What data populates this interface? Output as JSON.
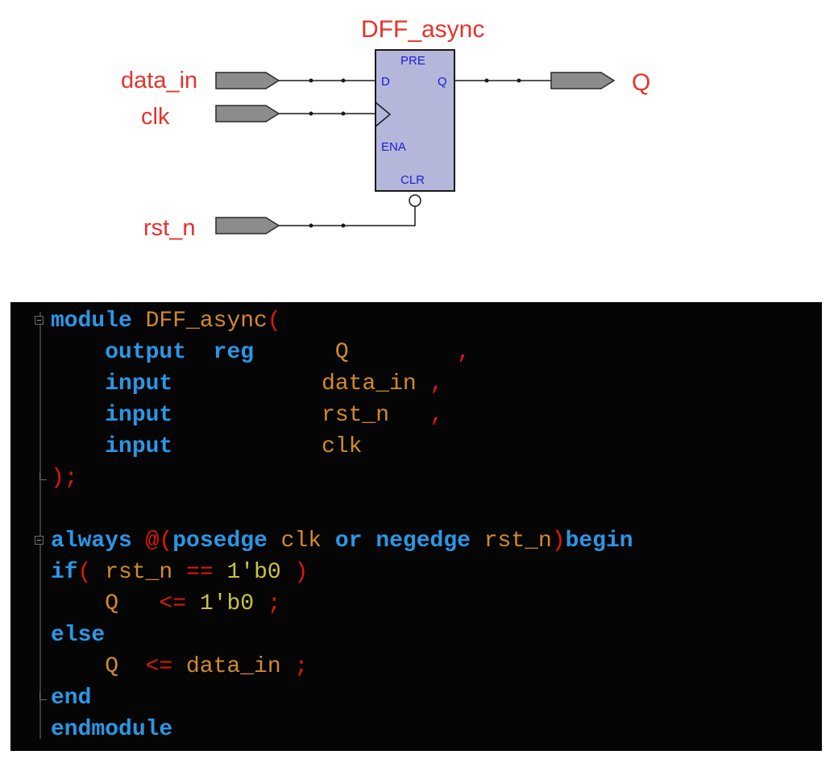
{
  "diagram": {
    "module_title": "DFF_async",
    "signals": {
      "data_in": "data_in",
      "clk": "clk",
      "rst_n": "rst_n",
      "q": "Q"
    },
    "pins": {
      "pre": "PRE",
      "d": "D",
      "q": "Q",
      "ena": "ENA",
      "clr": "CLR"
    },
    "colors": {
      "label": "#e8312b",
      "block_fill": "#b4b7da",
      "pin_text": "#1b1bd6",
      "port_fill": "#8c8c8c"
    }
  },
  "code": {
    "colors": {
      "background": "#050505",
      "keyword": "#2b97e6",
      "identifier": "#d28a2c",
      "punctuation": "#e3170d",
      "number": "#c9c341"
    },
    "lines": [
      [
        {
          "t": "module",
          "c": "kw"
        },
        {
          "t": " DFF_async",
          "c": "id"
        },
        {
          "t": "(",
          "c": "pn"
        }
      ],
      [
        {
          "t": "    output",
          "c": "kw"
        },
        {
          "t": "  reg",
          "c": "kw"
        },
        {
          "t": "      Q",
          "c": "id"
        },
        {
          "t": "        ,",
          "c": "pn"
        }
      ],
      [
        {
          "t": "    input",
          "c": "kw"
        },
        {
          "t": "           data_in",
          "c": "id"
        },
        {
          "t": " ,",
          "c": "pn"
        }
      ],
      [
        {
          "t": "    input",
          "c": "kw"
        },
        {
          "t": "           rst_n",
          "c": "id"
        },
        {
          "t": "   ,",
          "c": "pn"
        }
      ],
      [
        {
          "t": "    input",
          "c": "kw"
        },
        {
          "t": "           clk",
          "c": "id"
        }
      ],
      [
        {
          "t": ");",
          "c": "pn"
        }
      ],
      [],
      [
        {
          "t": "always",
          "c": "kw"
        },
        {
          "t": " @(",
          "c": "pn"
        },
        {
          "t": "posedge",
          "c": "kw"
        },
        {
          "t": " clk",
          "c": "id"
        },
        {
          "t": " or",
          "c": "kw"
        },
        {
          "t": " negedge",
          "c": "kw"
        },
        {
          "t": " rst_n",
          "c": "id"
        },
        {
          "t": ")",
          "c": "pn"
        },
        {
          "t": "begin",
          "c": "kw"
        }
      ],
      [
        {
          "t": "if",
          "c": "kw"
        },
        {
          "t": "( ",
          "c": "pn"
        },
        {
          "t": "rst_n",
          "c": "id"
        },
        {
          "t": " ==",
          "c": "pn"
        },
        {
          "t": " 1'b0",
          "c": "num"
        },
        {
          "t": " )",
          "c": "pn"
        }
      ],
      [
        {
          "t": "    Q",
          "c": "id"
        },
        {
          "t": "   <=",
          "c": "pn"
        },
        {
          "t": " 1'b0",
          "c": "num"
        },
        {
          "t": " ;",
          "c": "pn"
        }
      ],
      [
        {
          "t": "else",
          "c": "kw"
        }
      ],
      [
        {
          "t": "    Q",
          "c": "id"
        },
        {
          "t": "  <=",
          "c": "pn"
        },
        {
          "t": " data_in",
          "c": "id"
        },
        {
          "t": " ;",
          "c": "pn"
        }
      ],
      [
        {
          "t": "end",
          "c": "kw"
        }
      ],
      [
        {
          "t": "endmodule",
          "c": "kw"
        }
      ]
    ]
  }
}
